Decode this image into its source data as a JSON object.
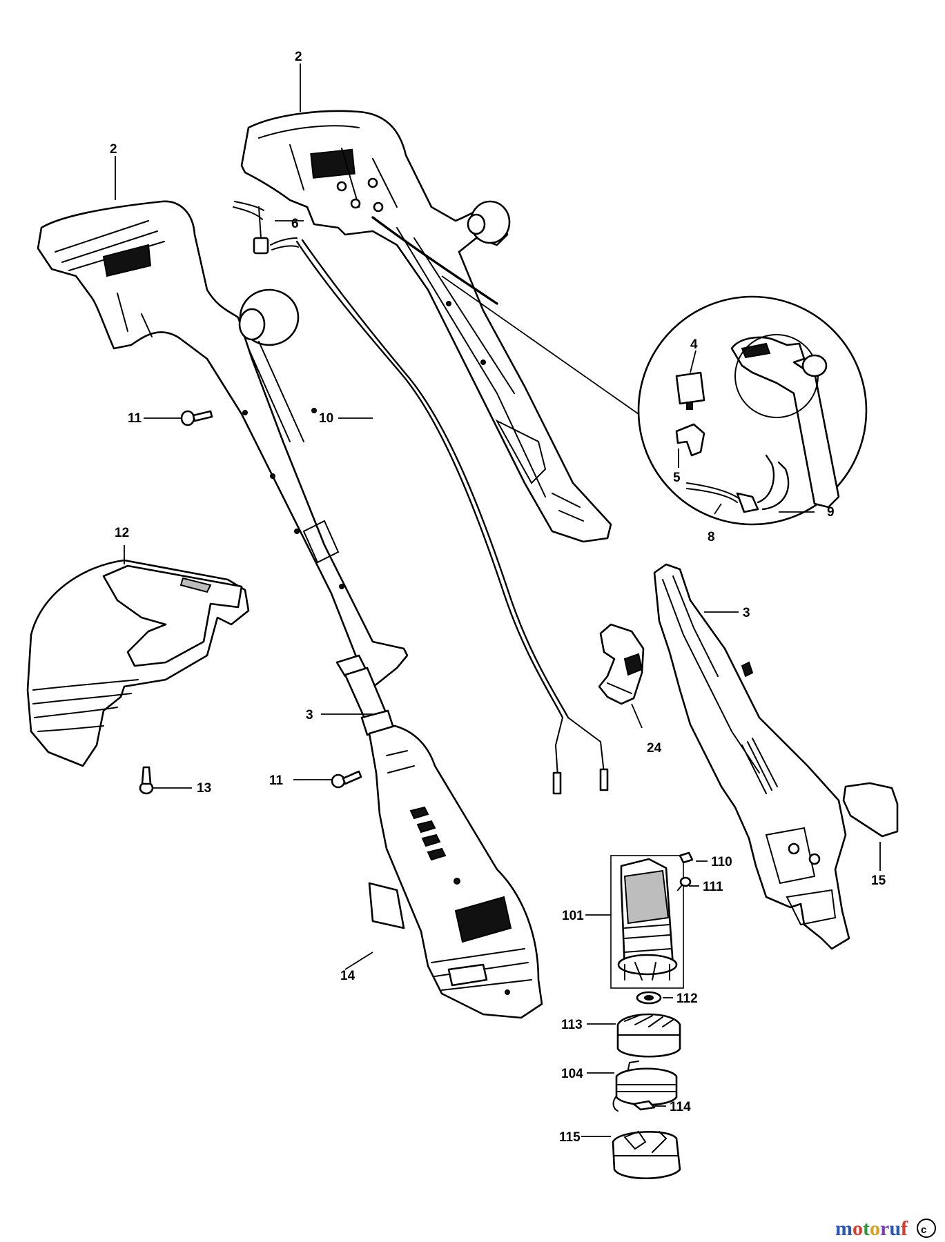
{
  "labels": [
    {
      "key": "c2a",
      "text": "2"
    },
    {
      "key": "c2b",
      "text": "2"
    },
    {
      "key": "c6",
      "text": "6"
    },
    {
      "key": "c4",
      "text": "4"
    },
    {
      "key": "c5",
      "text": "5"
    },
    {
      "key": "c8",
      "text": "8"
    },
    {
      "key": "c9",
      "text": "9"
    },
    {
      "key": "c10",
      "text": "10"
    },
    {
      "key": "c11a",
      "text": "11"
    },
    {
      "key": "c11b",
      "text": "11"
    },
    {
      "key": "c12",
      "text": "12"
    },
    {
      "key": "c13",
      "text": "13"
    },
    {
      "key": "c3a",
      "text": "3"
    },
    {
      "key": "c3b",
      "text": "3"
    },
    {
      "key": "c24",
      "text": "24"
    },
    {
      "key": "c14",
      "text": "14"
    },
    {
      "key": "c15",
      "text": "15"
    },
    {
      "key": "c101",
      "text": "101"
    },
    {
      "key": "c110",
      "text": "110"
    },
    {
      "key": "c111",
      "text": "111"
    },
    {
      "key": "c112",
      "text": "112"
    },
    {
      "key": "c113",
      "text": "113"
    },
    {
      "key": "c104",
      "text": "104"
    },
    {
      "key": "c114",
      "text": "114"
    },
    {
      "key": "c115",
      "text": "115"
    }
  ],
  "watermark": {
    "text": "motoruf",
    "colors": [
      "#2a56b8",
      "#d63b2f",
      "#2f9a3c",
      "#d6a21c",
      "#7a3fb0",
      "#2a56b8",
      "#d63b2f"
    ]
  }
}
